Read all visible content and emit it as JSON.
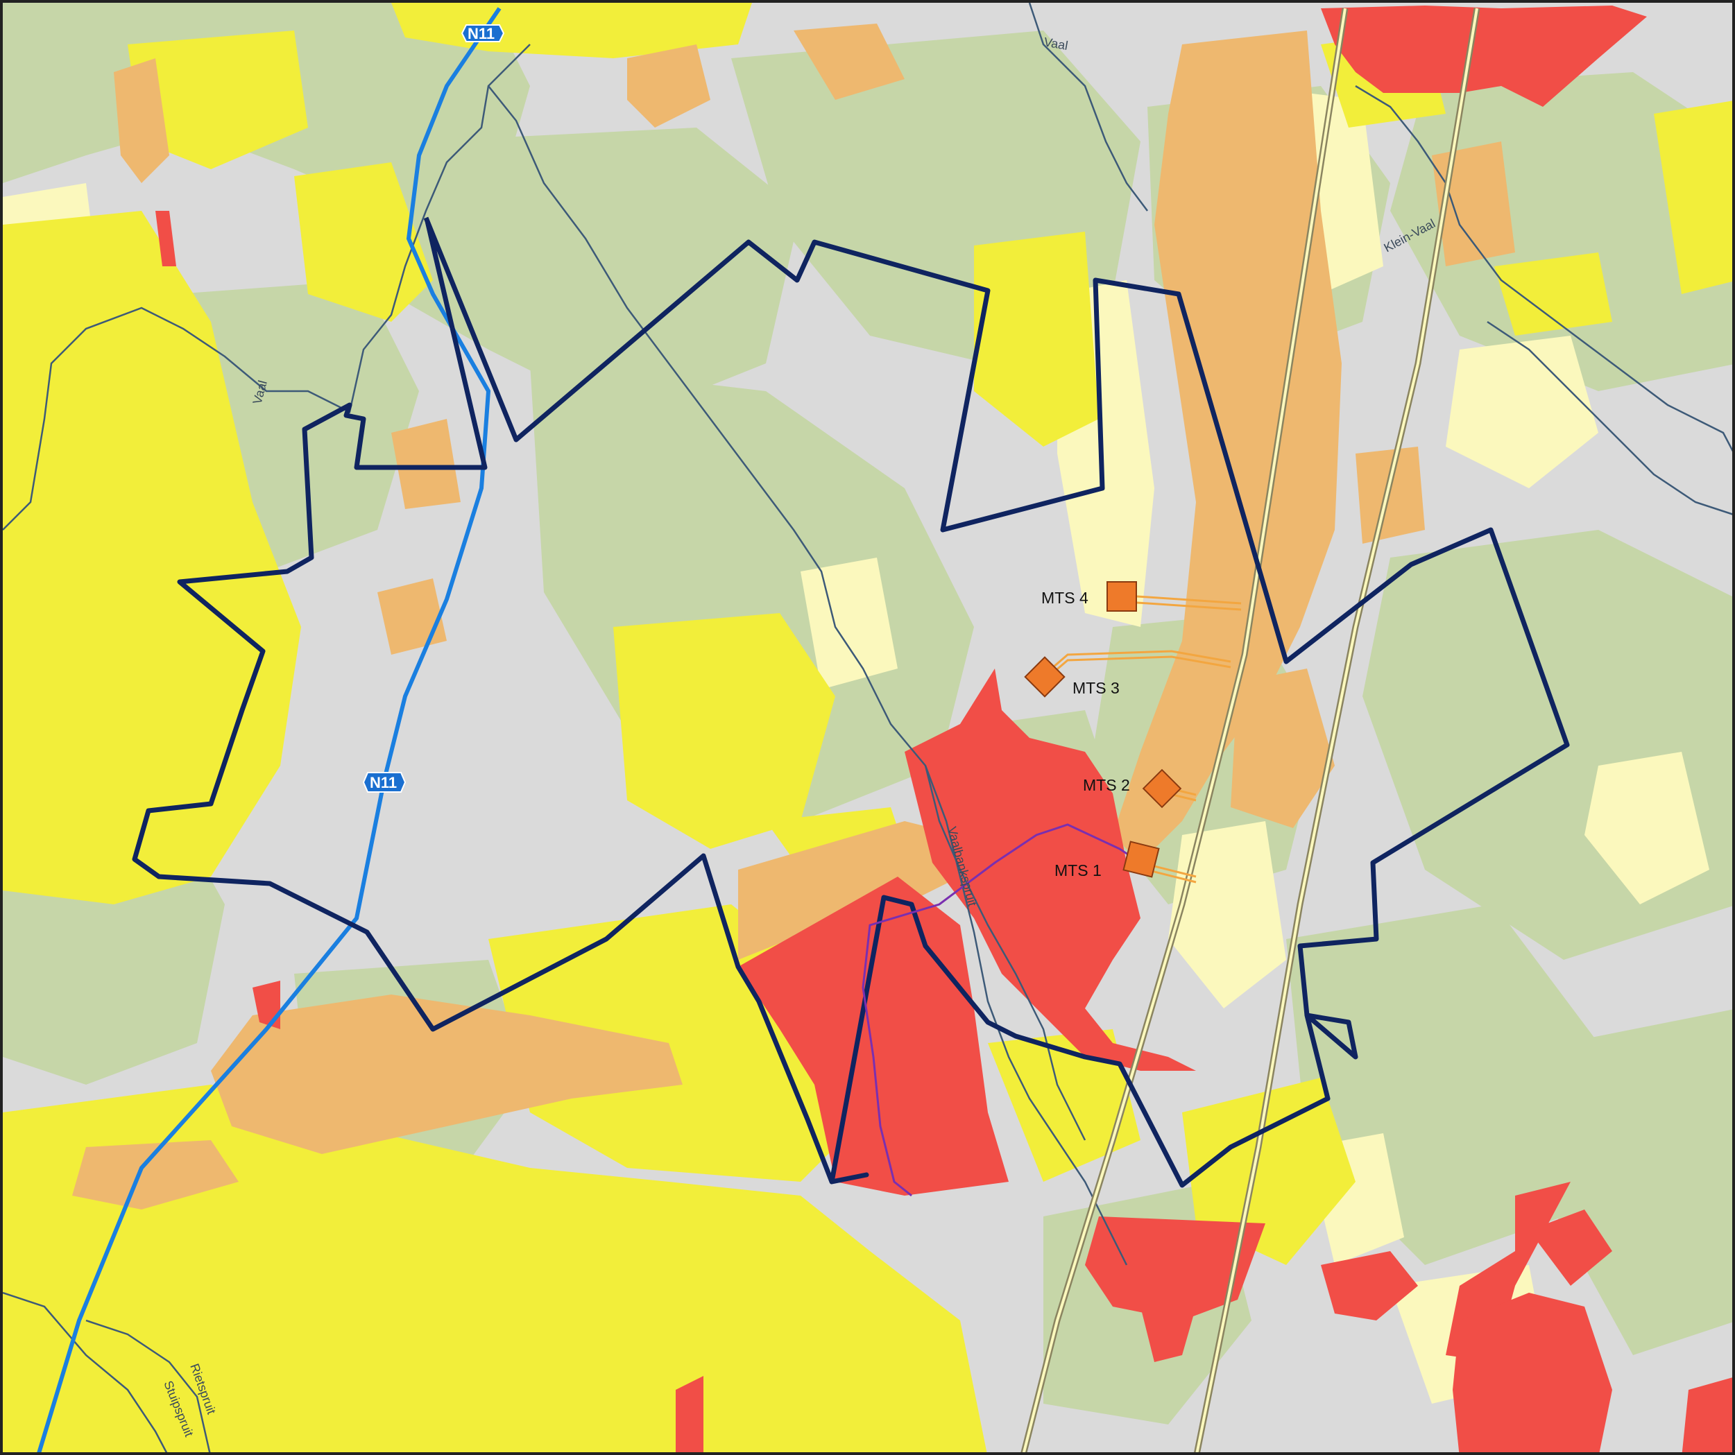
{
  "colors": {
    "background_gray": "#dadada",
    "sensitivity_low_green": "#c6d6a8",
    "sensitivity_pale_yellow": "#fbf8bd",
    "sensitivity_yellow": "#f2ee3a",
    "sensitivity_orange": "#eeb86f",
    "sensitivity_red": "#f14e47",
    "project_boundary": "#0f2460",
    "national_road": "#1a7fe0",
    "river": "#3d5a78",
    "railway": "#8a8460",
    "substation": "#ee7a2a",
    "connection_line": "#f3a640",
    "purple_line": "#7a2fb0"
  },
  "roads": [
    {
      "label": "N11",
      "icon": "road-shield-icon"
    },
    {
      "label": "N11",
      "icon": "road-shield-icon"
    }
  ],
  "rivers": [
    {
      "label": "Vaal"
    },
    {
      "label": "Vaal"
    },
    {
      "label": "Klein-Vaal"
    },
    {
      "label": "Vaalbankspruit"
    },
    {
      "label": "Rietspruit"
    },
    {
      "label": "Stuipspruit"
    }
  ],
  "substations": [
    {
      "label": "MTS 4",
      "icon": "square-substation-icon"
    },
    {
      "label": "MTS 3",
      "icon": "diamond-substation-icon"
    },
    {
      "label": "MTS 2",
      "icon": "diamond-substation-icon"
    },
    {
      "label": "MTS 1",
      "icon": "diamond-substation-icon"
    }
  ]
}
